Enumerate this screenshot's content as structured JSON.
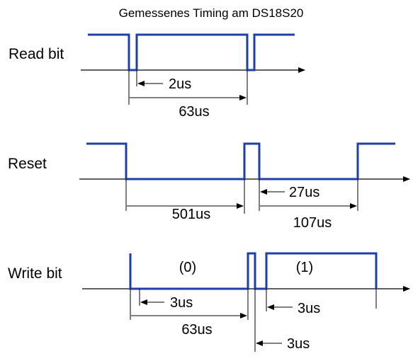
{
  "title": "Gemessenes Timing am DS18S20",
  "colors": {
    "signal": "#1f3fa8",
    "axis": "#000000"
  },
  "read_bit": {
    "label": "Read bit",
    "dim_low": "2us",
    "dim_slot": "63us"
  },
  "reset": {
    "label": "Reset",
    "dim_reset_low": "501us",
    "dim_wait": "27us",
    "dim_presence": "107us"
  },
  "write_bit": {
    "label": "Write bit",
    "label_zero": "(0)",
    "label_one": "(1)",
    "dim_release_zero": "3us",
    "dim_slot": "63us",
    "dim_low_one": "3us",
    "dim_recovery": "3us"
  }
}
